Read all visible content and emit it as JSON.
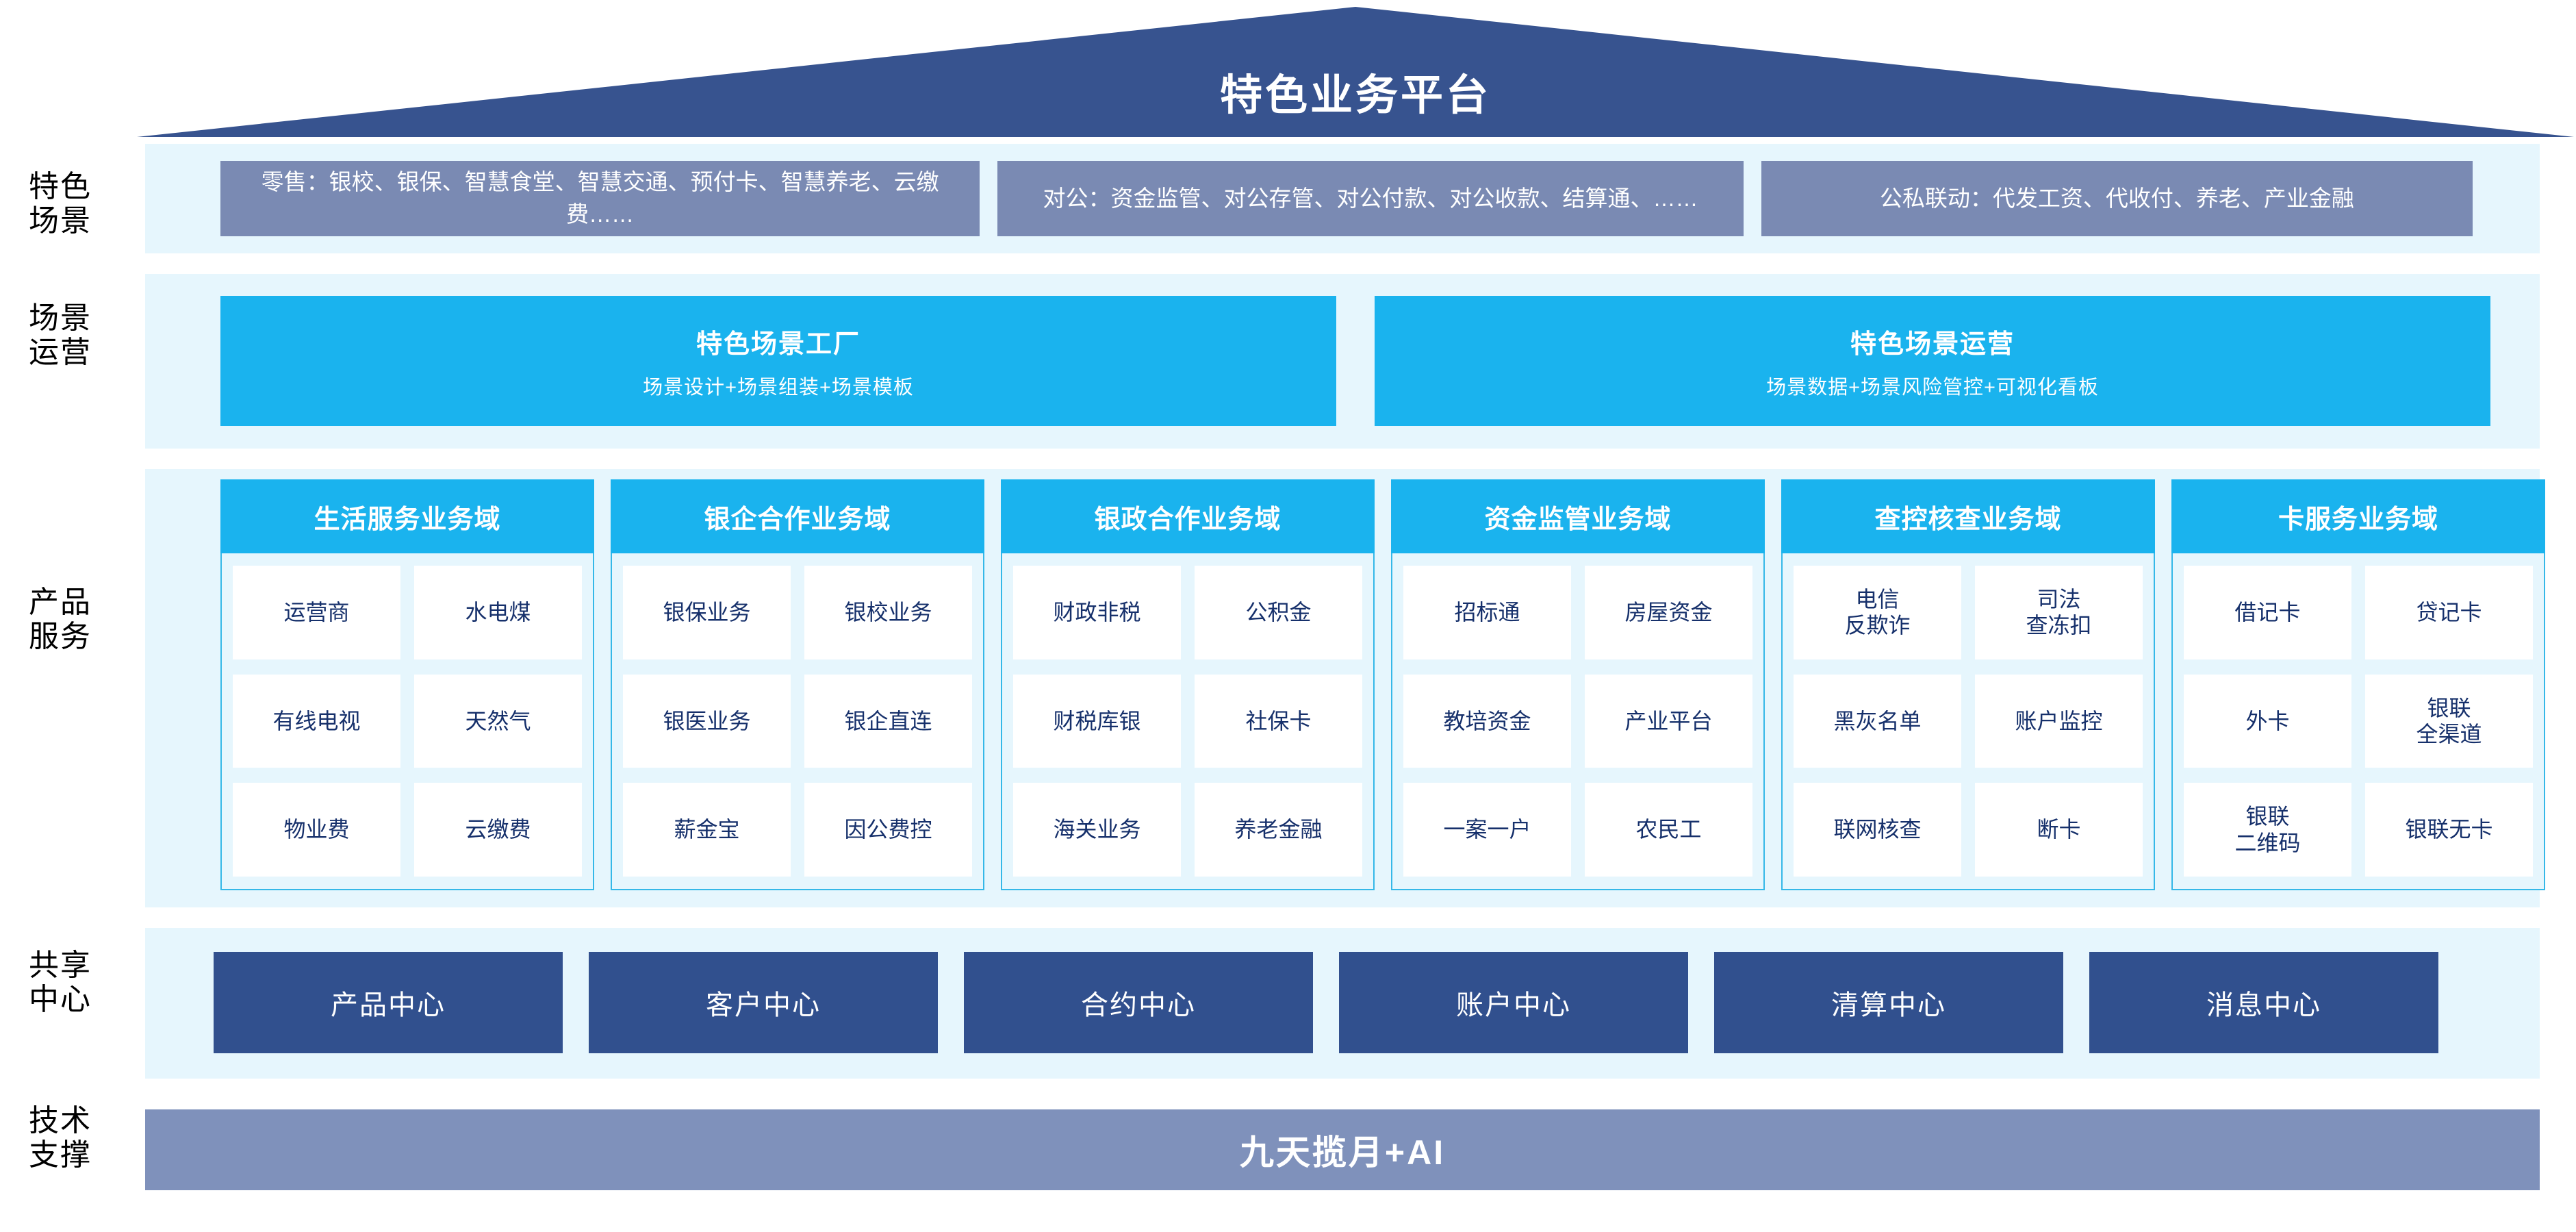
{
  "header": {
    "title": "特色业务平台",
    "roof_color": "#37538f"
  },
  "rail": {
    "labels": [
      {
        "text": "特色\n场景"
      },
      {
        "text": "场景\n运营"
      },
      {
        "text": "产品\n服务"
      },
      {
        "text": "共享\n中心"
      },
      {
        "text": "技术\n支撑"
      }
    ]
  },
  "scenarios": {
    "box_color": "#7a8ab3",
    "items": [
      {
        "text": "零售：银校、银保、智慧食堂、智慧交通、预付卡、智慧养老、云缴费……"
      },
      {
        "text": "对公：资金监管、对公存管、对公付款、对公收款、结算通、……"
      },
      {
        "text": "公私联动：代发工资、代收付、养老、产业金融"
      }
    ]
  },
  "operation": {
    "box_color": "#1ab3ee",
    "items": [
      {
        "title": "特色场景工厂",
        "subtitle": "场景设计+场景组装+场景模板"
      },
      {
        "title": "特色场景运营",
        "subtitle": "场景数据+场景风险管控+可视化看板"
      }
    ]
  },
  "domains": {
    "head_color": "#1ab3ee",
    "body_border": "#35b8e8",
    "columns": [
      {
        "title": "生活服务业务域",
        "rows": [
          [
            "运营商",
            "水电煤"
          ],
          [
            "有线电视",
            "天然气"
          ],
          [
            "物业费",
            "云缴费"
          ]
        ]
      },
      {
        "title": "银企合作业务域",
        "rows": [
          [
            "银保业务",
            "银校业务"
          ],
          [
            "银医业务",
            "银企直连"
          ],
          [
            "薪金宝",
            "因公费控"
          ]
        ]
      },
      {
        "title": "银政合作业务域",
        "rows": [
          [
            "财政非税",
            "公积金"
          ],
          [
            "财税库银",
            "社保卡"
          ],
          [
            "海关业务",
            "养老金融"
          ]
        ]
      },
      {
        "title": "资金监管业务域",
        "rows": [
          [
            "招标通",
            "房屋资金"
          ],
          [
            "教培资金",
            "产业平台"
          ],
          [
            "一案一户",
            "农民工"
          ]
        ]
      },
      {
        "title": "查控核查业务域",
        "rows": [
          [
            "电信\n反欺诈",
            "司法\n查冻扣"
          ],
          [
            "黑灰名单",
            "账户监控"
          ],
          [
            "联网核查",
            "断卡"
          ]
        ]
      },
      {
        "title": "卡服务业务域",
        "rows": [
          [
            "借记卡",
            "贷记卡"
          ],
          [
            "外卡",
            "银联\n全渠道"
          ],
          [
            "银联\n二维码",
            "银联无卡"
          ]
        ]
      }
    ]
  },
  "shared_centers": {
    "box_color": "#31508e",
    "items": [
      {
        "label": "产品中心"
      },
      {
        "label": "客户中心"
      },
      {
        "label": "合约中心"
      },
      {
        "label": "账户中心"
      },
      {
        "label": "清算中心"
      },
      {
        "label": "消息中心"
      }
    ]
  },
  "tech_support": {
    "label": "九天揽月+AI",
    "bar_color": "#7f91bb"
  }
}
